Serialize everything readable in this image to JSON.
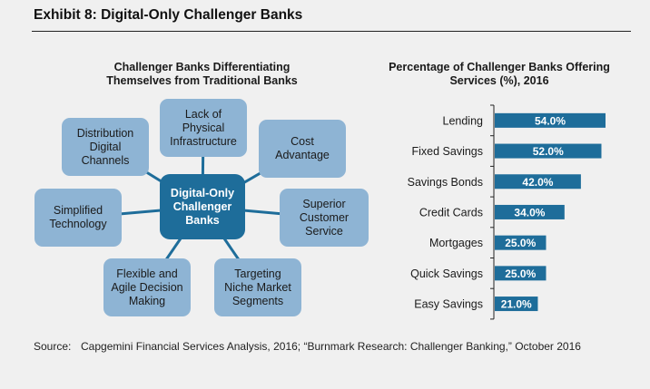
{
  "header": {
    "title": "Exhibit 8: Digital-Only Challenger Banks"
  },
  "diagram": {
    "title": "Challenger Banks Differentiating\nThemselves from Traditional Banks",
    "center": "Digital-Only\nChallenger\nBanks",
    "nodes": [
      {
        "label": "Lack of\nPhysical\nInfrastructure"
      },
      {
        "label": "Cost\nAdvantage"
      },
      {
        "label": "Superior\nCustomer\nService"
      },
      {
        "label": "Targeting\nNiche Market\nSegments"
      },
      {
        "label": "Flexible and\nAgile Decision\nMaking"
      },
      {
        "label": "Simplified\nTechnology"
      },
      {
        "label": "Distribution\nDigital\nChannels"
      }
    ],
    "node_color": "#8eb4d4",
    "center_color": "#1e6d9a",
    "connector_color": "#1e6d9a"
  },
  "chart_data": {
    "type": "bar",
    "orientation": "horizontal",
    "title": "Percentage of Challenger Banks Offering\nServices (%), 2016",
    "categories": [
      "Lending",
      "Fixed Savings",
      "Savings Bonds",
      "Credit Cards",
      "Mortgages",
      "Quick Savings",
      "Easy Savings"
    ],
    "values": [
      54.0,
      52.0,
      42.0,
      34.0,
      25.0,
      25.0,
      21.0
    ],
    "value_labels": [
      "54.0%",
      "52.0%",
      "42.0%",
      "34.0%",
      "25.0%",
      "25.0%",
      "21.0%"
    ],
    "xlim": [
      0,
      60
    ],
    "bar_color": "#1e6d9a",
    "grid": false,
    "legend": "none"
  },
  "footer": {
    "source_label": "Source:",
    "source_text": "Capgemini Financial Services Analysis, 2016; “Burnmark Research: Challenger Banking,” October 2016"
  }
}
